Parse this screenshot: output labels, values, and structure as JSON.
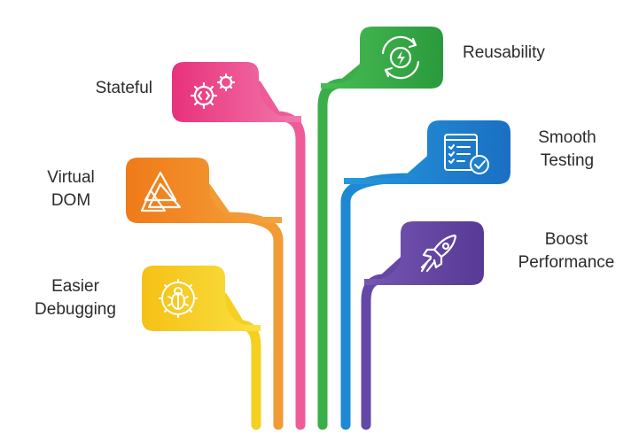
{
  "features": [
    {
      "id": "stateful",
      "lines": [
        "Stateful"
      ],
      "icon": "gears-code-icon",
      "color_start": "#e8317a",
      "color_end": "#f06aa4"
    },
    {
      "id": "virtual-dom",
      "lines": [
        "Virtual",
        "DOM"
      ],
      "icon": "triangles-icon",
      "color_start": "#f07b1b",
      "color_end": "#f4a23c"
    },
    {
      "id": "easier-debugging",
      "lines": [
        "Easier",
        "Debugging"
      ],
      "icon": "bug-gear-icon",
      "color_start": "#f6c318",
      "color_end": "#f9dc3c"
    },
    {
      "id": "reusability",
      "lines": [
        "Reusability"
      ],
      "icon": "recycle-bolt-icon",
      "color_start": "#3bb34a",
      "color_end": "#2d9e3e"
    },
    {
      "id": "smooth-testing",
      "lines": [
        "Smooth",
        "Testing"
      ],
      "icon": "checklist-icon",
      "color_start": "#1f8fd6",
      "color_end": "#1a72c4"
    },
    {
      "id": "boost-performance",
      "lines": [
        "Boost",
        "Performance"
      ],
      "icon": "rocket-icon",
      "color_start": "#6a4aa8",
      "color_end": "#5a3d98"
    }
  ]
}
